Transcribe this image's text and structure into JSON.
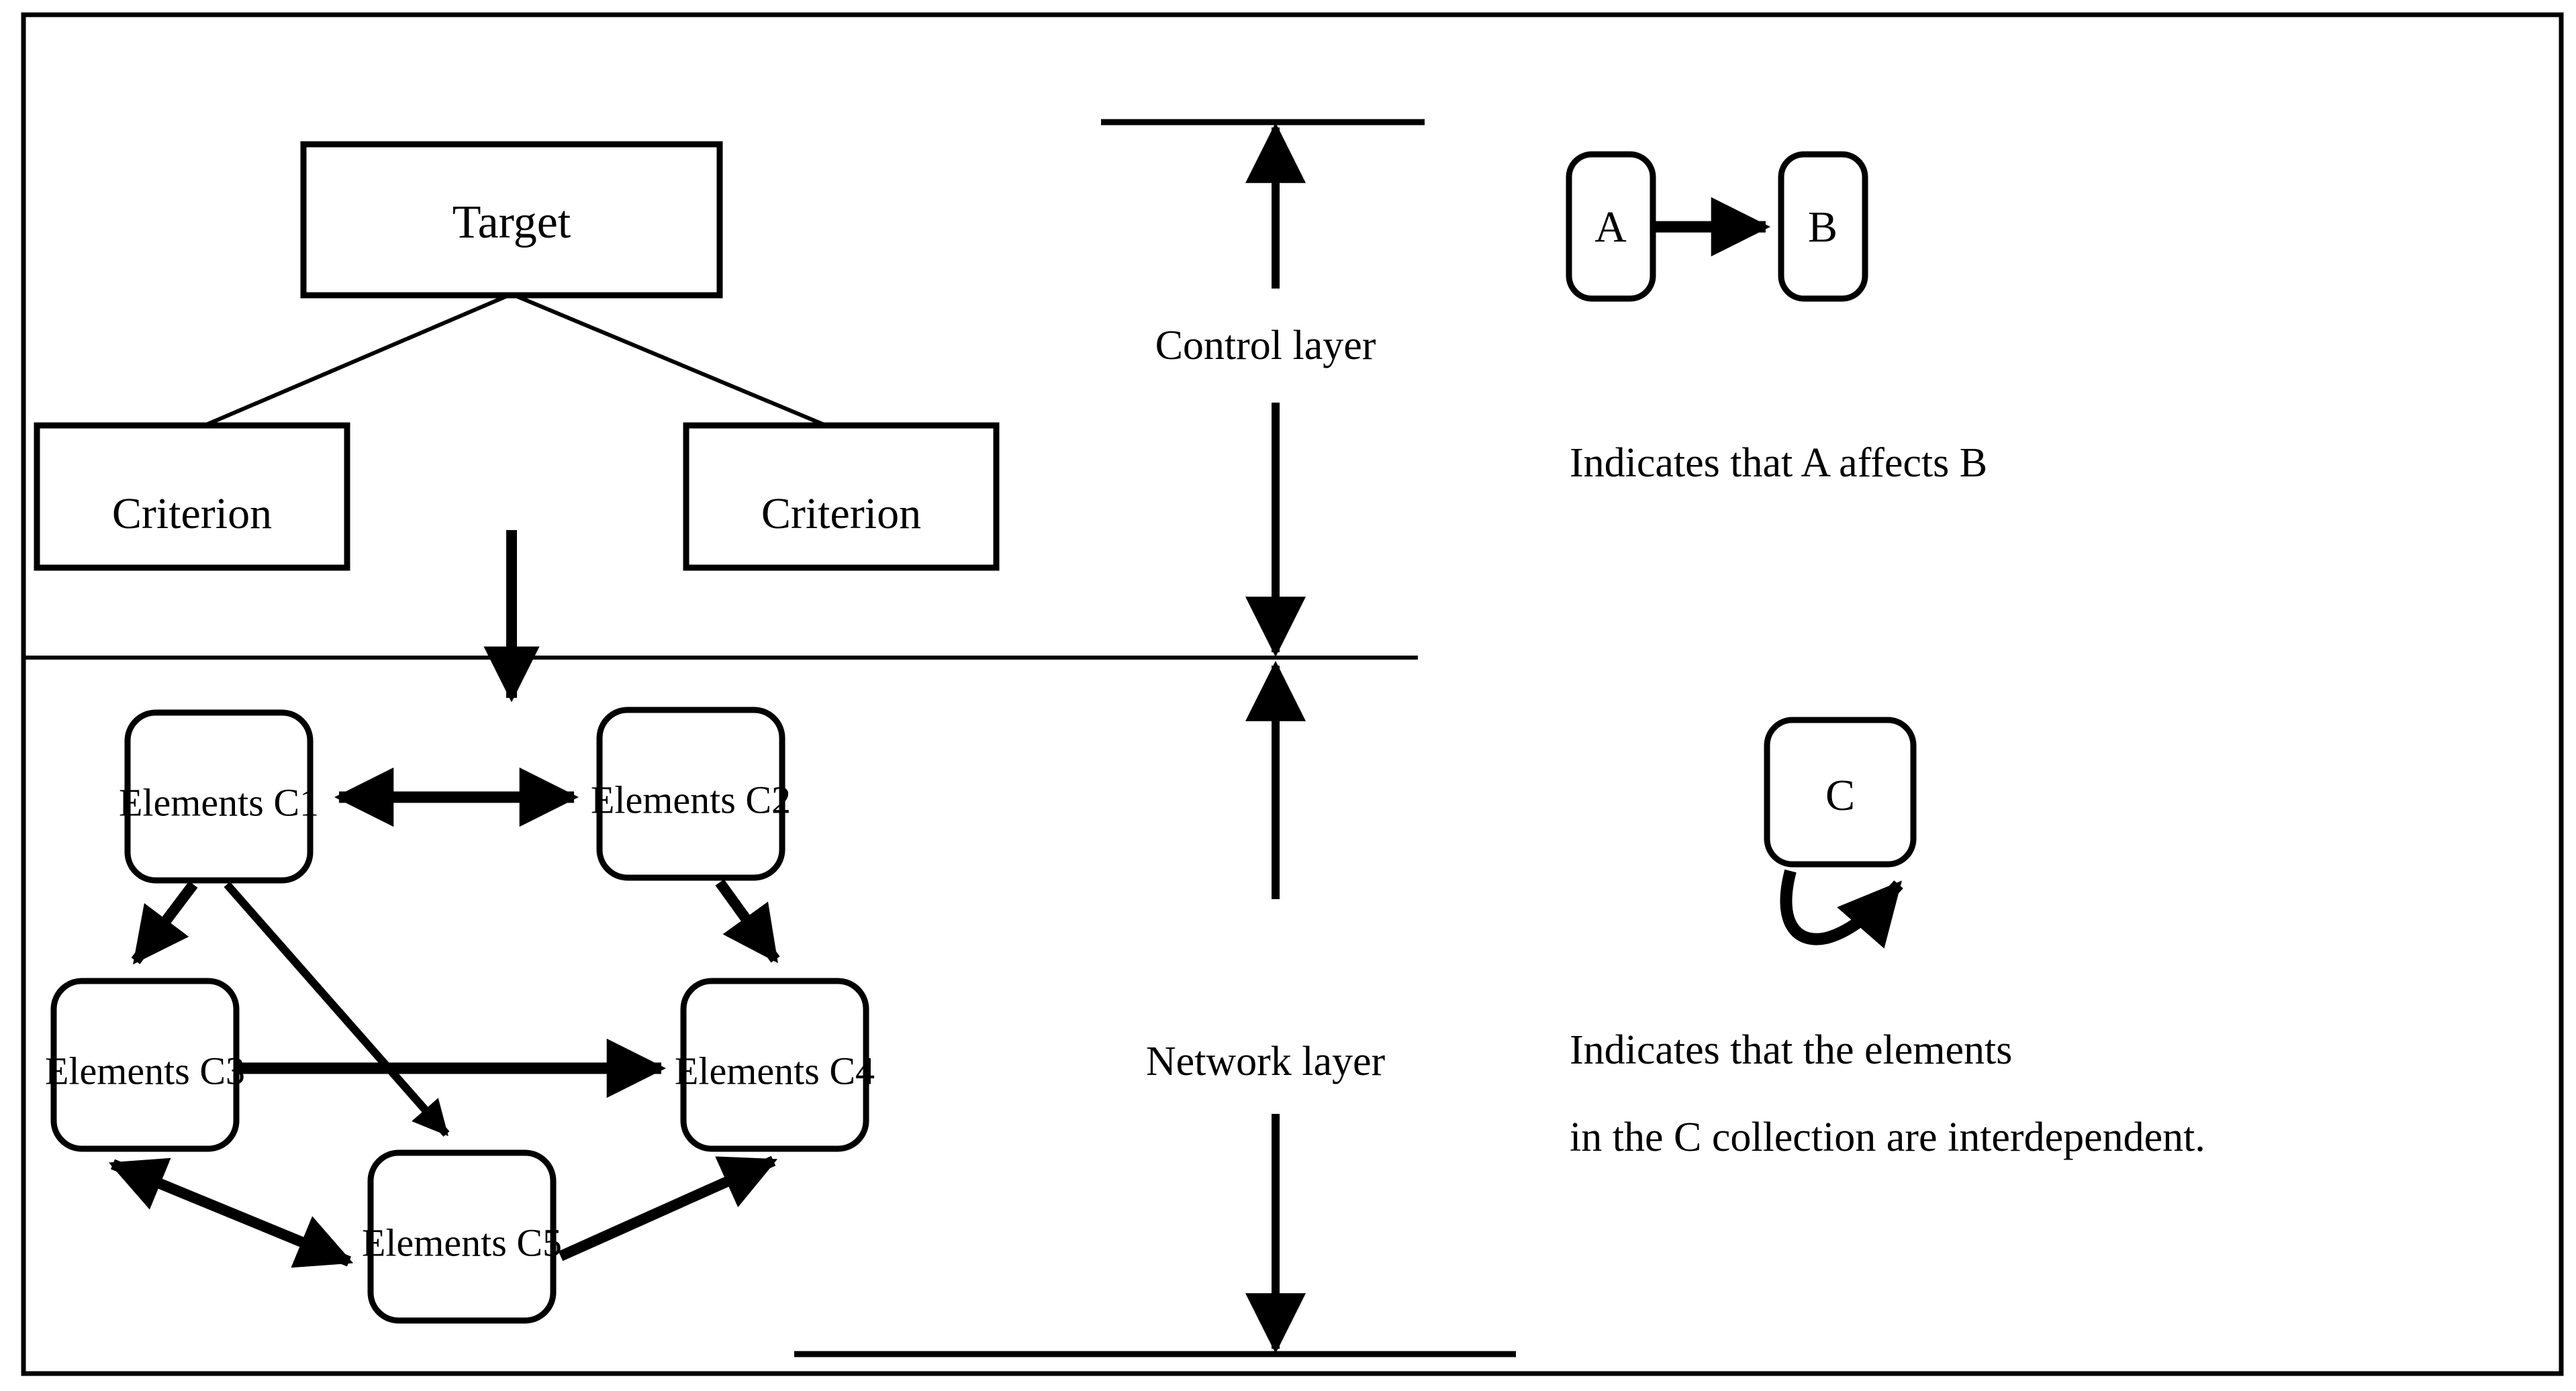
{
  "diagram": {
    "title": "ANP control and network layer structure",
    "colors": {
      "stroke": "#000000",
      "background": "#ffffff",
      "text": "#000000"
    },
    "frame": {
      "name": "outer-border"
    },
    "control_layer": {
      "label": "Control layer",
      "nodes": [
        {
          "id": "target",
          "label": "Target",
          "shape": "rectangle"
        },
        {
          "id": "criterion-left",
          "label": "Criterion",
          "shape": "rectangle"
        },
        {
          "id": "criterion-right",
          "label": "Criterion",
          "shape": "rectangle"
        }
      ],
      "links": [
        {
          "from": "target",
          "to": "criterion-left",
          "style": "plain-line"
        },
        {
          "from": "target",
          "to": "criterion-right",
          "style": "plain-line"
        }
      ]
    },
    "network_layer": {
      "label": "Network layer",
      "nodes": [
        {
          "id": "c1",
          "label": "Elements C1",
          "shape": "rounded-rectangle"
        },
        {
          "id": "c2",
          "label": "Elements C2",
          "shape": "rounded-rectangle"
        },
        {
          "id": "c3",
          "label": "Elements C3",
          "shape": "rounded-rectangle"
        },
        {
          "id": "c4",
          "label": "Elements C4",
          "shape": "rounded-rectangle"
        },
        {
          "id": "c5",
          "label": "Elements C5",
          "shape": "rounded-rectangle"
        }
      ],
      "links": [
        {
          "from": "control",
          "to": "c1",
          "style": "arrow-down"
        },
        {
          "from": "c1",
          "to": "c2",
          "style": "double-arrow"
        },
        {
          "from": "c1",
          "to": "c3",
          "style": "arrow"
        },
        {
          "from": "c1",
          "to": "c5",
          "style": "arrow"
        },
        {
          "from": "c2",
          "to": "c4",
          "style": "arrow"
        },
        {
          "from": "c3",
          "to": "c4",
          "style": "arrow"
        },
        {
          "from": "c3",
          "to": "c5",
          "style": "double-arrow"
        },
        {
          "from": "c5",
          "to": "c4",
          "style": "arrow"
        }
      ]
    },
    "legend": {
      "items": [
        {
          "id": "affects",
          "from_label": "A",
          "to_label": "B",
          "caption": "Indicates that A affects B",
          "caption_lines": [
            "Indicates that A affects B"
          ]
        },
        {
          "id": "interdependent",
          "node_label": "C",
          "caption": "Indicates that the elements in the C collection are interdependent.",
          "caption_lines": [
            "Indicates that the elements",
            "in the C collection are interdependent."
          ]
        }
      ]
    }
  }
}
